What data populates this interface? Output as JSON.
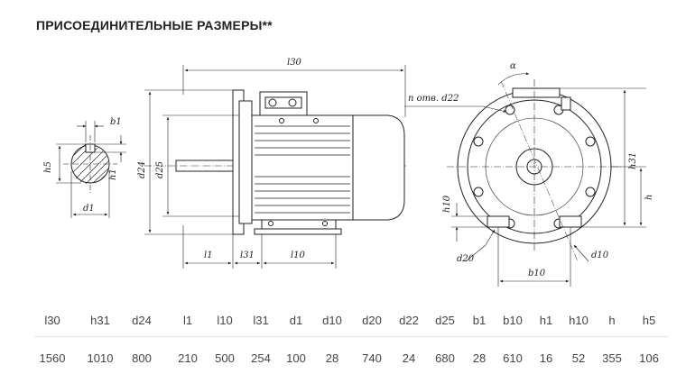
{
  "title": "ПРИСОЕДИНИТЕЛЬНЫЕ РАЗМЕРЫ**",
  "drawing": {
    "labels": {
      "l30": "l30",
      "holes": "n отв. d22",
      "alpha": "α",
      "b1": "b1",
      "h5": "h5",
      "h1": "h1",
      "d1": "d1",
      "d24": "d24",
      "d25": "d25",
      "l1": "l1",
      "l31": "l31",
      "l10": "l10",
      "h10": "h10",
      "h31": "h31",
      "h": "h",
      "d20": "d20",
      "b10": "b10",
      "d10": "d10"
    }
  },
  "table": {
    "headers": [
      "l30",
      "h31",
      "d24",
      "l1",
      "l10",
      "l31",
      "d1",
      "d10",
      "d20",
      "d22",
      "d25",
      "b1",
      "b10",
      "h1",
      "h10",
      "h",
      "h5"
    ],
    "values": [
      "1560",
      "1010",
      "800",
      "210",
      "500",
      "254",
      "100",
      "28",
      "740",
      "24",
      "680",
      "28",
      "610",
      "16",
      "52",
      "355",
      "106"
    ]
  }
}
